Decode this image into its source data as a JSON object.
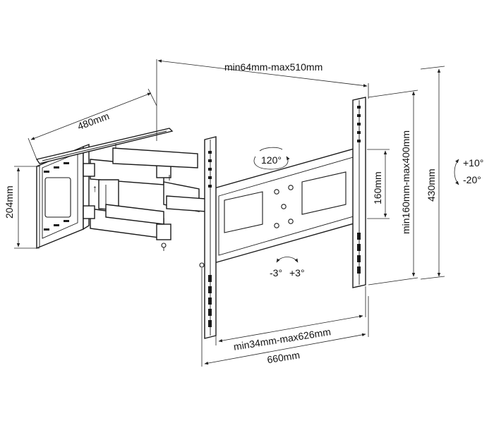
{
  "dimensions": {
    "top_width": "min64mm-max510mm",
    "arm_depth": "480mm",
    "wall_plate_height": "204mm",
    "swivel": "120°",
    "vesa_height": "160mm",
    "vesa_range": "min160mm-max400mm",
    "overall_height": "430mm",
    "bottom_width": "min34mm-max626mm",
    "overall_width": "660mm"
  },
  "tilt": {
    "up": "+10°",
    "down": "-20°"
  },
  "level": {
    "left": "-3°",
    "right": "+3°"
  }
}
